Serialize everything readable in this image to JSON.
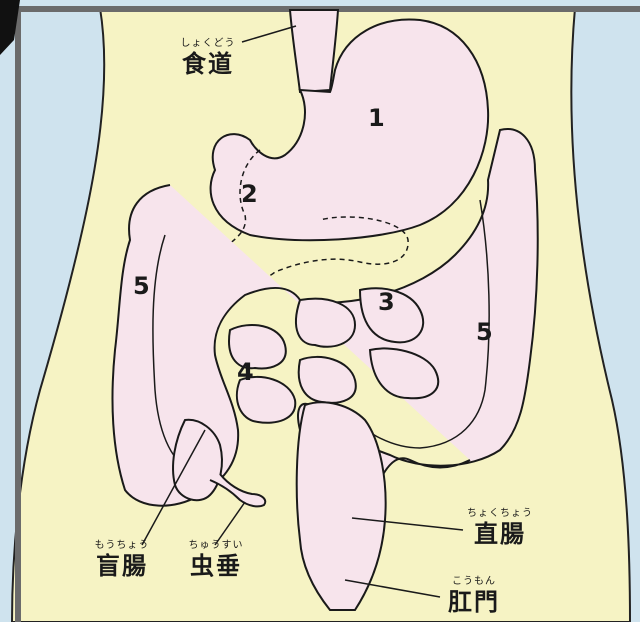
{
  "colors": {
    "background": "#cfe3ee",
    "body": "#f6f3c4",
    "organ": "#f7e4ec",
    "outline": "#1a1a1a",
    "frame": "#6b6b6b"
  },
  "numbers": {
    "stomach": "1",
    "duodenum": "2",
    "small_intestine_upper": "3",
    "small_intestine_lower": "4",
    "colon_left": "5",
    "colon_right": "5"
  },
  "labels": {
    "esophagus": {
      "reading": "しょくどう",
      "text": "食道"
    },
    "cecum": {
      "reading": "もうちょう",
      "text": "盲腸"
    },
    "appendix": {
      "reading": "ちゅうすい",
      "text": "虫垂"
    },
    "rectum": {
      "reading": "ちょくちょう",
      "text": "直腸"
    },
    "anus": {
      "reading": "こうもん",
      "text": "肛門"
    }
  }
}
